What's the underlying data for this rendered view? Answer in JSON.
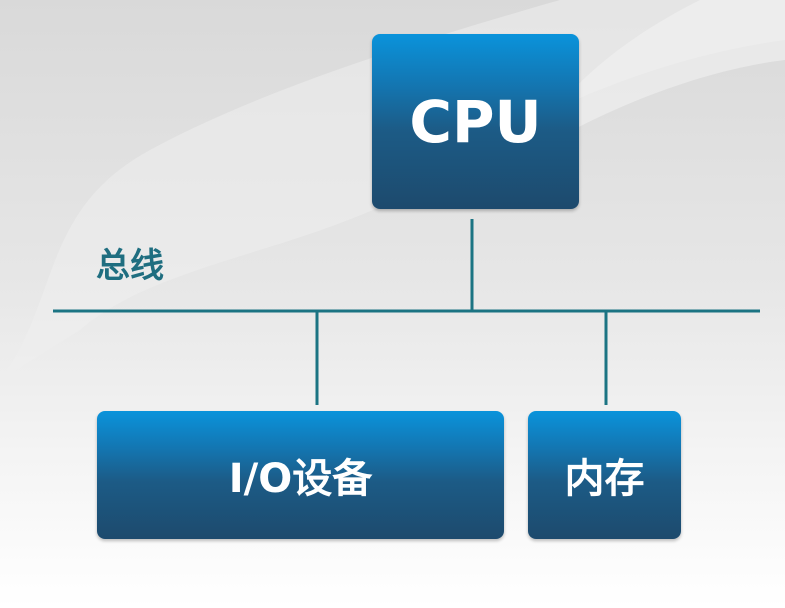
{
  "diagram": {
    "bus_label": "总线",
    "nodes": {
      "cpu": "CPU",
      "io": "I/O设备",
      "memory": "内存"
    },
    "colors": {
      "box_top": "#0a93db",
      "box_bottom": "#1d4a6d",
      "line": "#1b7483",
      "label": "#1f6e80",
      "box_text": "#ffffff"
    },
    "edges": [
      {
        "from": "cpu",
        "to": "bus"
      },
      {
        "from": "bus",
        "to": "io"
      },
      {
        "from": "bus",
        "to": "memory"
      }
    ]
  }
}
